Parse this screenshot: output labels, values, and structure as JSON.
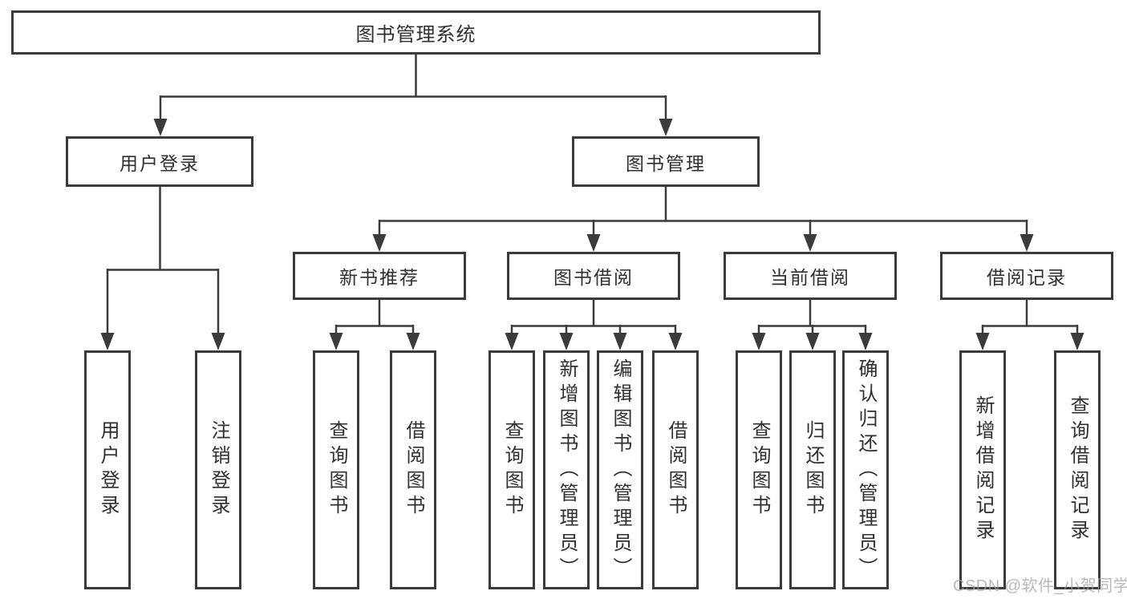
{
  "nodes": {
    "root": {
      "label": "图书管理系统"
    },
    "user_login": {
      "label": "用户登录"
    },
    "book_mgmt": {
      "label": "图书管理"
    },
    "new_book_rec": {
      "label": "新书推荐"
    },
    "book_borrow": {
      "label": "图书借阅"
    },
    "current_borrow": {
      "label": "当前借阅"
    },
    "borrow_records": {
      "label": "借阅记录"
    },
    "leaf_user_login": {
      "label": "用户登录"
    },
    "leaf_logout": {
      "label": "注销登录"
    },
    "leaf_query_book_1": {
      "label": "查询图书"
    },
    "leaf_borrow_book_1": {
      "label": "借阅图书"
    },
    "leaf_query_book_2": {
      "label": "查询图书"
    },
    "leaf_add_book": {
      "label": "新增图书（管理员）"
    },
    "leaf_edit_book": {
      "label": "编辑图书（管理员）"
    },
    "leaf_borrow_book_2": {
      "label": "借阅图书"
    },
    "leaf_query_book_3": {
      "label": "查询图书"
    },
    "leaf_return_book": {
      "label": "归还图书"
    },
    "leaf_confirm_return": {
      "label": "确认归还（管理员）"
    },
    "leaf_add_record": {
      "label": "新增借阅记录"
    },
    "leaf_query_record": {
      "label": "查询借阅记录"
    }
  },
  "hierarchy": {
    "label": "图书管理系统",
    "children": [
      {
        "label": "用户登录",
        "children": [
          {
            "label": "用户登录"
          },
          {
            "label": "注销登录"
          }
        ]
      },
      {
        "label": "图书管理",
        "children": [
          {
            "label": "新书推荐",
            "children": [
              {
                "label": "查询图书"
              },
              {
                "label": "借阅图书"
              }
            ]
          },
          {
            "label": "图书借阅",
            "children": [
              {
                "label": "查询图书"
              },
              {
                "label": "新增图书（管理员）"
              },
              {
                "label": "编辑图书（管理员）"
              },
              {
                "label": "借阅图书"
              }
            ]
          },
          {
            "label": "当前借阅",
            "children": [
              {
                "label": "查询图书"
              },
              {
                "label": "归还图书"
              },
              {
                "label": "确认归还（管理员）"
              }
            ]
          },
          {
            "label": "借阅记录",
            "children": [
              {
                "label": "新增借阅记录"
              },
              {
                "label": "查询借阅记录"
              }
            ]
          }
        ]
      }
    ]
  },
  "watermark": {
    "text": "CSDN @软件_小贺同学"
  },
  "colors": {
    "line": "#3b3b3b",
    "text": "#2f2f2f",
    "background": "#ffffff",
    "watermark": "#9f9f9f"
  }
}
